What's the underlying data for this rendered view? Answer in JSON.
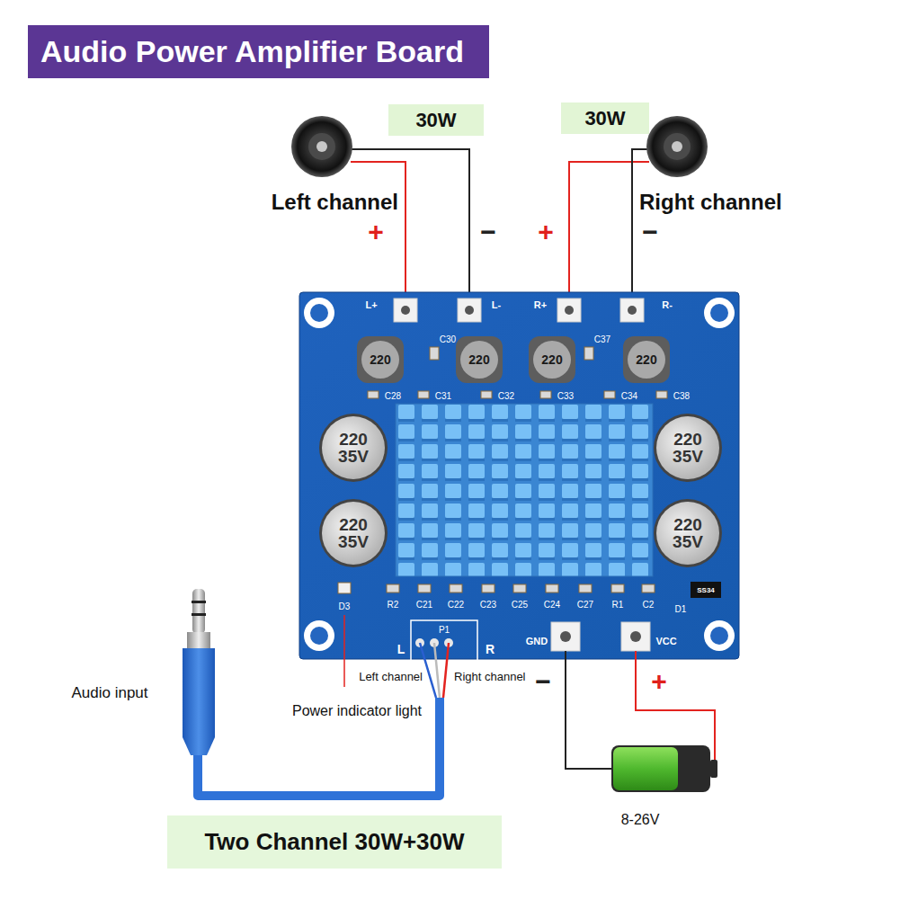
{
  "diagram": {
    "title": "Audio Power Amplifier Board",
    "nodes": [
      {
        "text": [
          "30W"
        ]
      },
      {
        "text": [
          "30W"
        ]
      },
      {
        "text": [
          "Two Channel 30W+30W"
        ]
      }
    ],
    "labels": [
      "Left channel",
      "+",
      "−",
      "+",
      "−",
      "Right channel",
      "L+",
      "L-",
      "R+",
      "R-",
      "C30",
      "C37",
      "220",
      "220",
      "220",
      "220",
      "C28",
      "C31",
      "C32",
      "C33",
      "C34",
      "C38",
      "220 35V",
      "220 35V",
      "220 35V",
      "220 35V",
      "D3",
      "R2",
      "C21",
      "C22",
      "C23",
      "C25",
      "C24",
      "C27",
      "R1",
      "C2",
      "D1",
      "SS34",
      "P1",
      "L",
      "R",
      "GND",
      "VCC",
      "Left channel",
      "Right channel",
      "Audio input",
      "Power indicator light",
      "−",
      "+",
      "8-26V"
    ]
  }
}
